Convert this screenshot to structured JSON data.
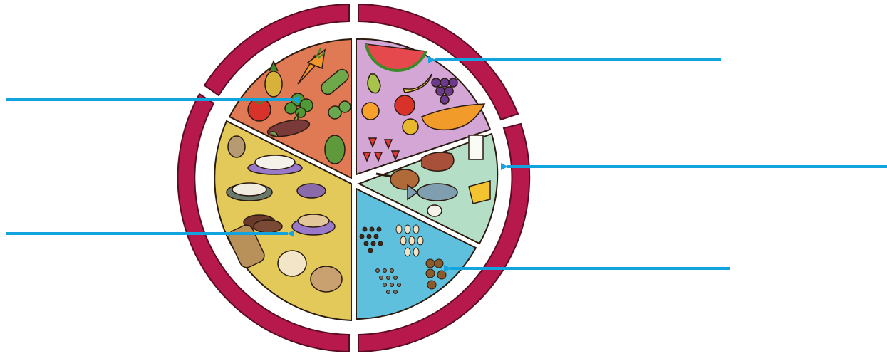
{
  "diagram": {
    "kind": "food-plate-labeling",
    "colors": {
      "ring": "#b8194c",
      "ring_edge": "#5a0c22",
      "outline": "#2a1a10",
      "vegetables": "#e07a55",
      "fruits": "#d3a6d6",
      "animal_foods": "#b5dec6",
      "legumes": "#5ec0dc",
      "cereals": "#e2c95a",
      "arrow": "#12a4df"
    },
    "sectors": [
      {
        "name": "vegetables",
        "icons": [
          "carrot-icon",
          "broccoli-icon",
          "tomato-icon",
          "corn-icon",
          "cucumber-icon",
          "chayote-icon",
          "lime-icon",
          "pineapple-icon"
        ]
      },
      {
        "name": "fruits",
        "icons": [
          "watermelon-icon",
          "banana-icon",
          "grapes-icon",
          "pear-icon",
          "apple-icon",
          "papaya-icon",
          "orange-icon",
          "strawberry-icon",
          "lemon-icon"
        ]
      },
      {
        "name": "animal-foods",
        "icons": [
          "steak-icon",
          "milk-glass-icon",
          "chicken-leg-icon",
          "fish-icon",
          "cheese-icon",
          "egg-icon"
        ]
      },
      {
        "name": "legumes",
        "icons": [
          "black-beans-icon",
          "white-beans-icon",
          "lentils-icon",
          "chickpeas-icon"
        ]
      },
      {
        "name": "cereals",
        "icons": [
          "potato-icon",
          "rice-bowl-icon",
          "rice-plate-icon",
          "soup-bowl-icon",
          "tortillas-icon",
          "taco-icon",
          "cassava-icon",
          "bread-roll-icon",
          "bread-loaf-icon"
        ]
      }
    ],
    "arrows": [
      {
        "name": "arrow-to-fruits"
      },
      {
        "name": "arrow-to-vegetables"
      },
      {
        "name": "arrow-to-animal-foods"
      },
      {
        "name": "arrow-to-cereals"
      },
      {
        "name": "arrow-to-legumes"
      }
    ]
  }
}
